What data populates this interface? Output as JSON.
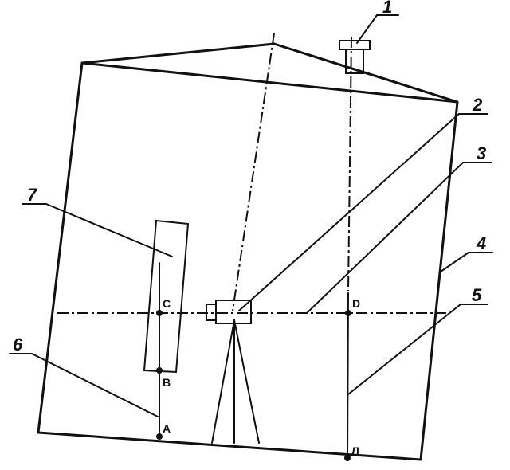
{
  "callouts": [
    "1",
    "2",
    "3",
    "4",
    "5",
    "6",
    "7"
  ],
  "points": {
    "C": "C",
    "D": "D",
    "B": "B",
    "A": "A",
    "L": "Л"
  }
}
